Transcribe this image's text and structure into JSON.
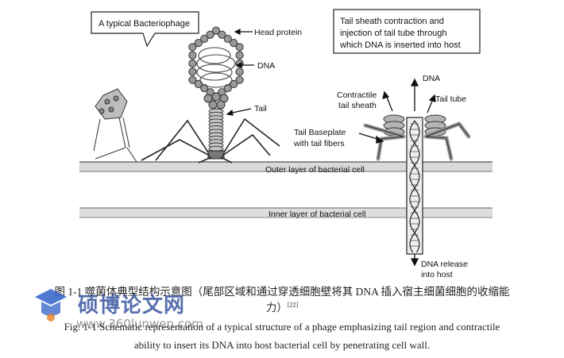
{
  "diagram": {
    "box_left": "A typical Bacteriophage",
    "box_right_lines": [
      "Tail sheath contraction and",
      "injection of tail tube through",
      "which DNA is inserted into host"
    ],
    "labels": {
      "head_protein": "Head protein",
      "dna_left": "DNA",
      "tail": "Tail",
      "contractile": [
        "Contractile",
        "tail sheath"
      ],
      "dna_right": "DNA",
      "tail_tube": "Tail tube",
      "baseplate": [
        "Tail Baseplate",
        "with tail fibers"
      ],
      "outer_layer": "Outer layer of bacterial cell",
      "inner_layer": "Inner layer of bacterial cell",
      "dna_release": [
        "DNA release",
        "into host"
      ]
    }
  },
  "caption": {
    "cn_line1": "图 1-1 噬菌体典型结构示意图（尾部区域和通过穿透细胞壁将其 DNA 插入宿主细菌细胞的收缩能",
    "cn_line2": "力）",
    "cn_ref": "[22]",
    "en_line1": "Fig. 1-1 Schematic representation of a typical structure of a phage emphasizing tail region and contractile",
    "en_line2": "ability to insert its DNA into host bacterial cell by penetrating cell wall."
  },
  "watermark": {
    "text": "硕博论文网",
    "url": "www.360lunwen.com",
    "colors": {
      "logo_blue": "#2f62c8",
      "logo_orange": "#e8862a"
    }
  }
}
